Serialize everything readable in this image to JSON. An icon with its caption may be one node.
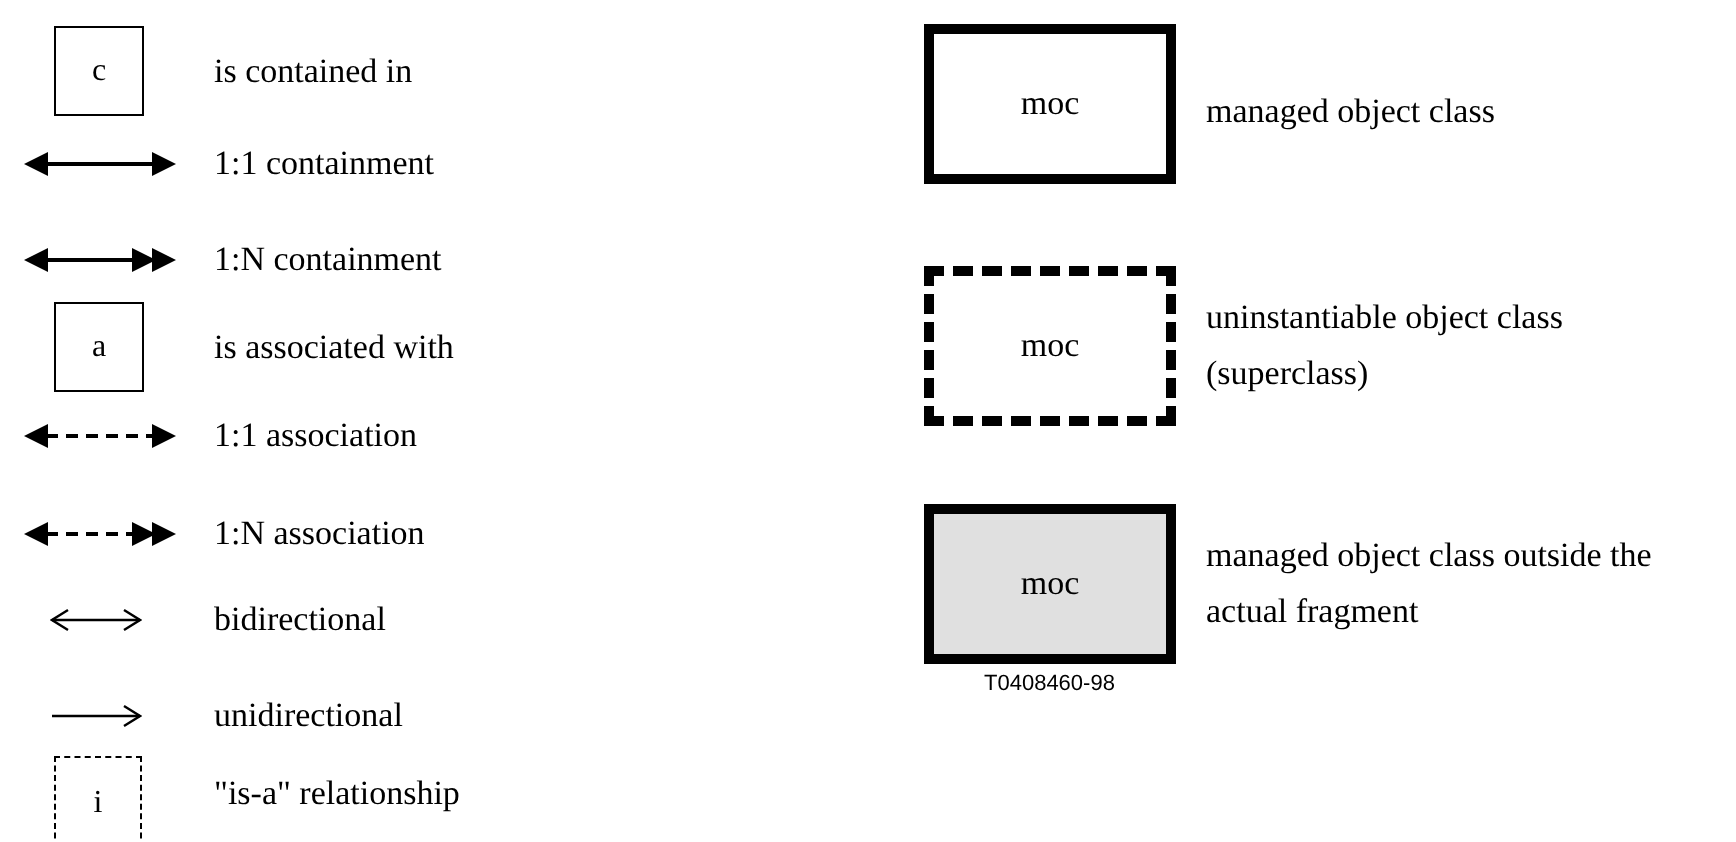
{
  "diagram": {
    "nodes": [
      {
        "text": [
          "c"
        ],
        "beside": [
          "is contained in"
        ]
      },
      {
        "text": [
          "a"
        ],
        "beside": [
          "is associated with"
        ]
      },
      {
        "text": [
          "i"
        ],
        "beside": [
          "\"is-a\" relationship"
        ]
      },
      {
        "text": [
          "moc"
        ],
        "beside": [
          "managed object class"
        ]
      },
      {
        "text": [
          "moc"
        ],
        "beside": [
          "uninstantiable object class (superclass)"
        ]
      },
      {
        "text": [
          "moc"
        ],
        "beside": [
          "managed object class outside the actual fragment"
        ]
      }
    ],
    "edges": [],
    "labels": [
      "T0408460-98"
    ],
    "legend": [
      {
        "text": "1:1 containment"
      },
      {
        "text": "1:N containment"
      },
      {
        "text": "1:1 association"
      },
      {
        "text": "1:N association"
      },
      {
        "text": "bidirectional"
      },
      {
        "text": "unidirectional"
      }
    ]
  }
}
